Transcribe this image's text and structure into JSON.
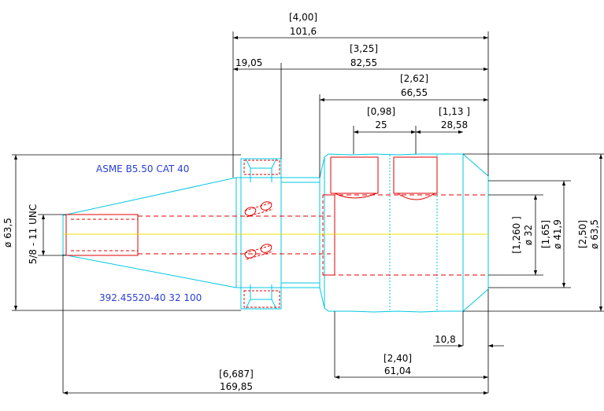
{
  "colors": {
    "outline": "#00c8e0",
    "hidden": "#e00000",
    "centerline": "#f0e000",
    "dimension": "#000000",
    "note": "#2a3fd8"
  },
  "notes": {
    "standard": "ASME B5.50 CAT 40",
    "part_number": "392.45520-40 32 100"
  },
  "thread": "5/8 - 11 UNC",
  "dimensions": {
    "overall_inch": "[6,687]",
    "overall_mm": "169,85",
    "gauge_to_end_inch": "[4,00]",
    "gauge_to_end_mm": "101,6",
    "flange_width": "19,05",
    "flange_to_end_inch": "[3,25]",
    "flange_to_end_mm": "82,55",
    "body_length_inch": "[2,62]",
    "body_length_mm": "66,55",
    "screw_a_inch": "[0,98]",
    "screw_a_mm": "25",
    "screw_b_inch": "[1,13 ]",
    "screw_b_mm": "28,58",
    "bore_length_inch": "[2,40]",
    "bore_length_mm": "61,04",
    "chamfer_length": "10,8",
    "bore_dia_inch": "[1,260 ]",
    "bore_dia_mm": "ø 32",
    "face_dia_inch": "[1,65]",
    "face_dia_mm": "ø 41,9",
    "body_dia_inch": "[2,50]",
    "body_dia_mm": "ø 63,5",
    "flange_dia": "ø 63,5"
  }
}
